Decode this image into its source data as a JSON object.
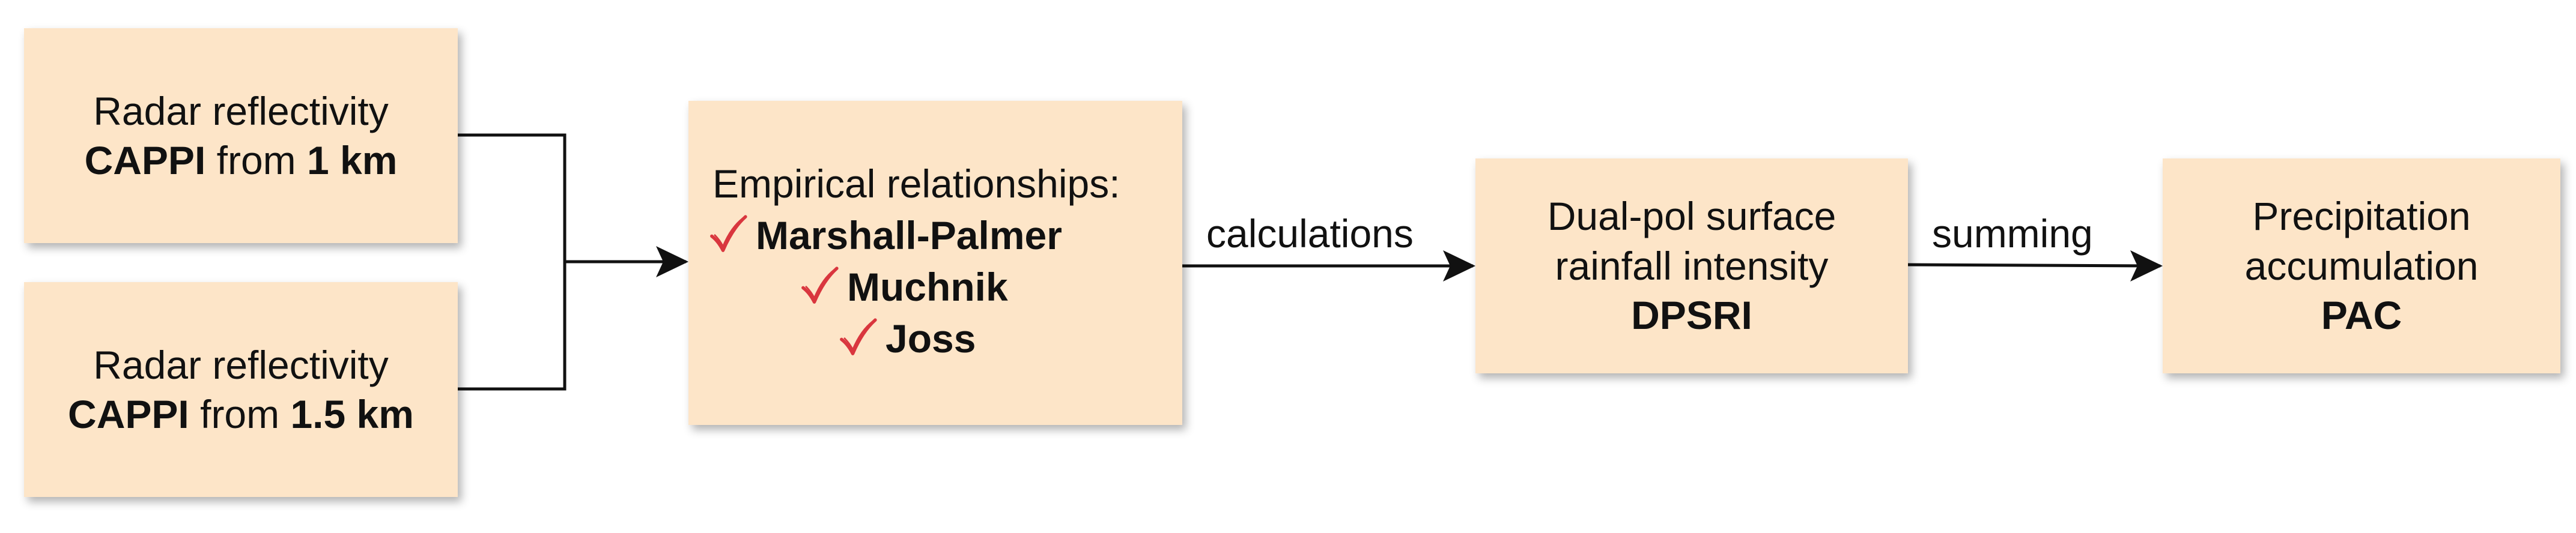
{
  "nodes": {
    "reflect_1km": {
      "line1": "Radar reflectivity",
      "bold1": "CAPPI",
      "mid": " from ",
      "bold2": "1 km"
    },
    "reflect_15km": {
      "line1": "Radar reflectivity",
      "bold1": "CAPPI",
      "mid": " from ",
      "bold2": "1.5 km"
    },
    "empirical": {
      "title": "Empirical relationships:",
      "items": [
        "Marshall-Palmer",
        "Muchnik",
        "Joss"
      ]
    },
    "dpsri": {
      "line1": "Dual-pol surface",
      "line2": "rainfall intensity",
      "bold": "DPSRI"
    },
    "pac": {
      "line1": "Precipitation",
      "line2": "accumulation",
      "bold": "PAC"
    }
  },
  "edges": {
    "calculations": "calculations",
    "summing": "summing"
  },
  "colors": {
    "box_fill": "#fde5c8",
    "check_mark": "#d9363e",
    "line": "#111111"
  },
  "icons": {
    "check": "check-mark-icon"
  }
}
